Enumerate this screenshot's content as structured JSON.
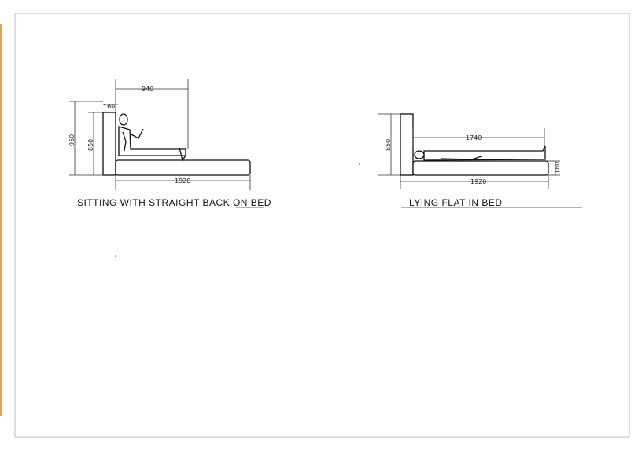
{
  "colors": {
    "paper": "#ffffff",
    "ink": "#111111",
    "border": "#c8c8c8",
    "edge_strip": "#e8a04a"
  },
  "sitting": {
    "caption": "SITTING WITH STRAIGHT BACK  ON BED",
    "dims": {
      "top_width": "940",
      "head_offset": "160",
      "total_height": "950",
      "head_height": "850",
      "bed_length": "1920"
    }
  },
  "lying": {
    "caption": "LYING FLAT IN BED",
    "dims": {
      "body_length": "1740",
      "head_height": "850",
      "bed_height": "180",
      "bed_length": "1920"
    }
  }
}
